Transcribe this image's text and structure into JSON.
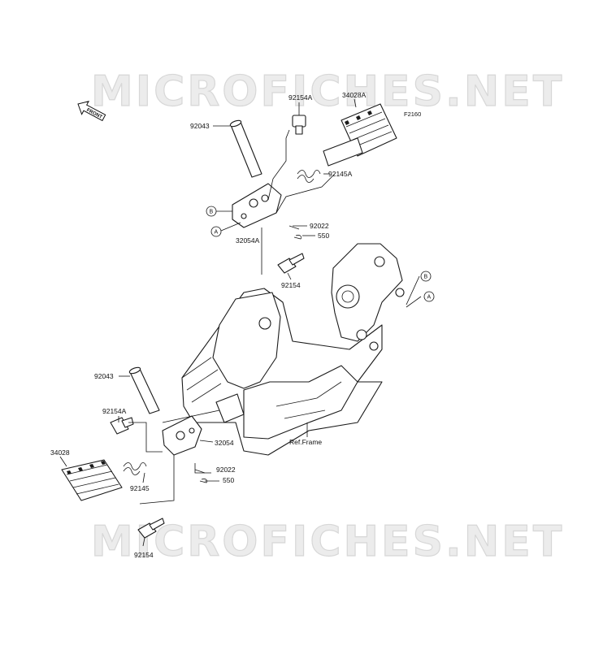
{
  "watermark": {
    "top": "MICROFICHES.NET",
    "bottom": "MICROFICHES.NET"
  },
  "figure_code": "F2160",
  "front_arrow": "FRONT",
  "upper_labels": {
    "pin": "92043",
    "bolt_a": "92154A",
    "footpeg": "34028A",
    "spring": "92145A",
    "bracket": "32054A",
    "washer": "92022",
    "cotter": "550",
    "bolt": "92154",
    "callout_b": "B",
    "callout_a": "A"
  },
  "frame_labels": {
    "callout_b": "B",
    "callout_a": "A",
    "ref_frame": "Ref.Frame"
  },
  "lower_labels": {
    "pin": "92043",
    "bolt_a": "92154A",
    "footpeg": "34028",
    "spring": "92145",
    "bracket": "32054",
    "washer": "92022",
    "cotter": "550",
    "bolt": "92154"
  }
}
